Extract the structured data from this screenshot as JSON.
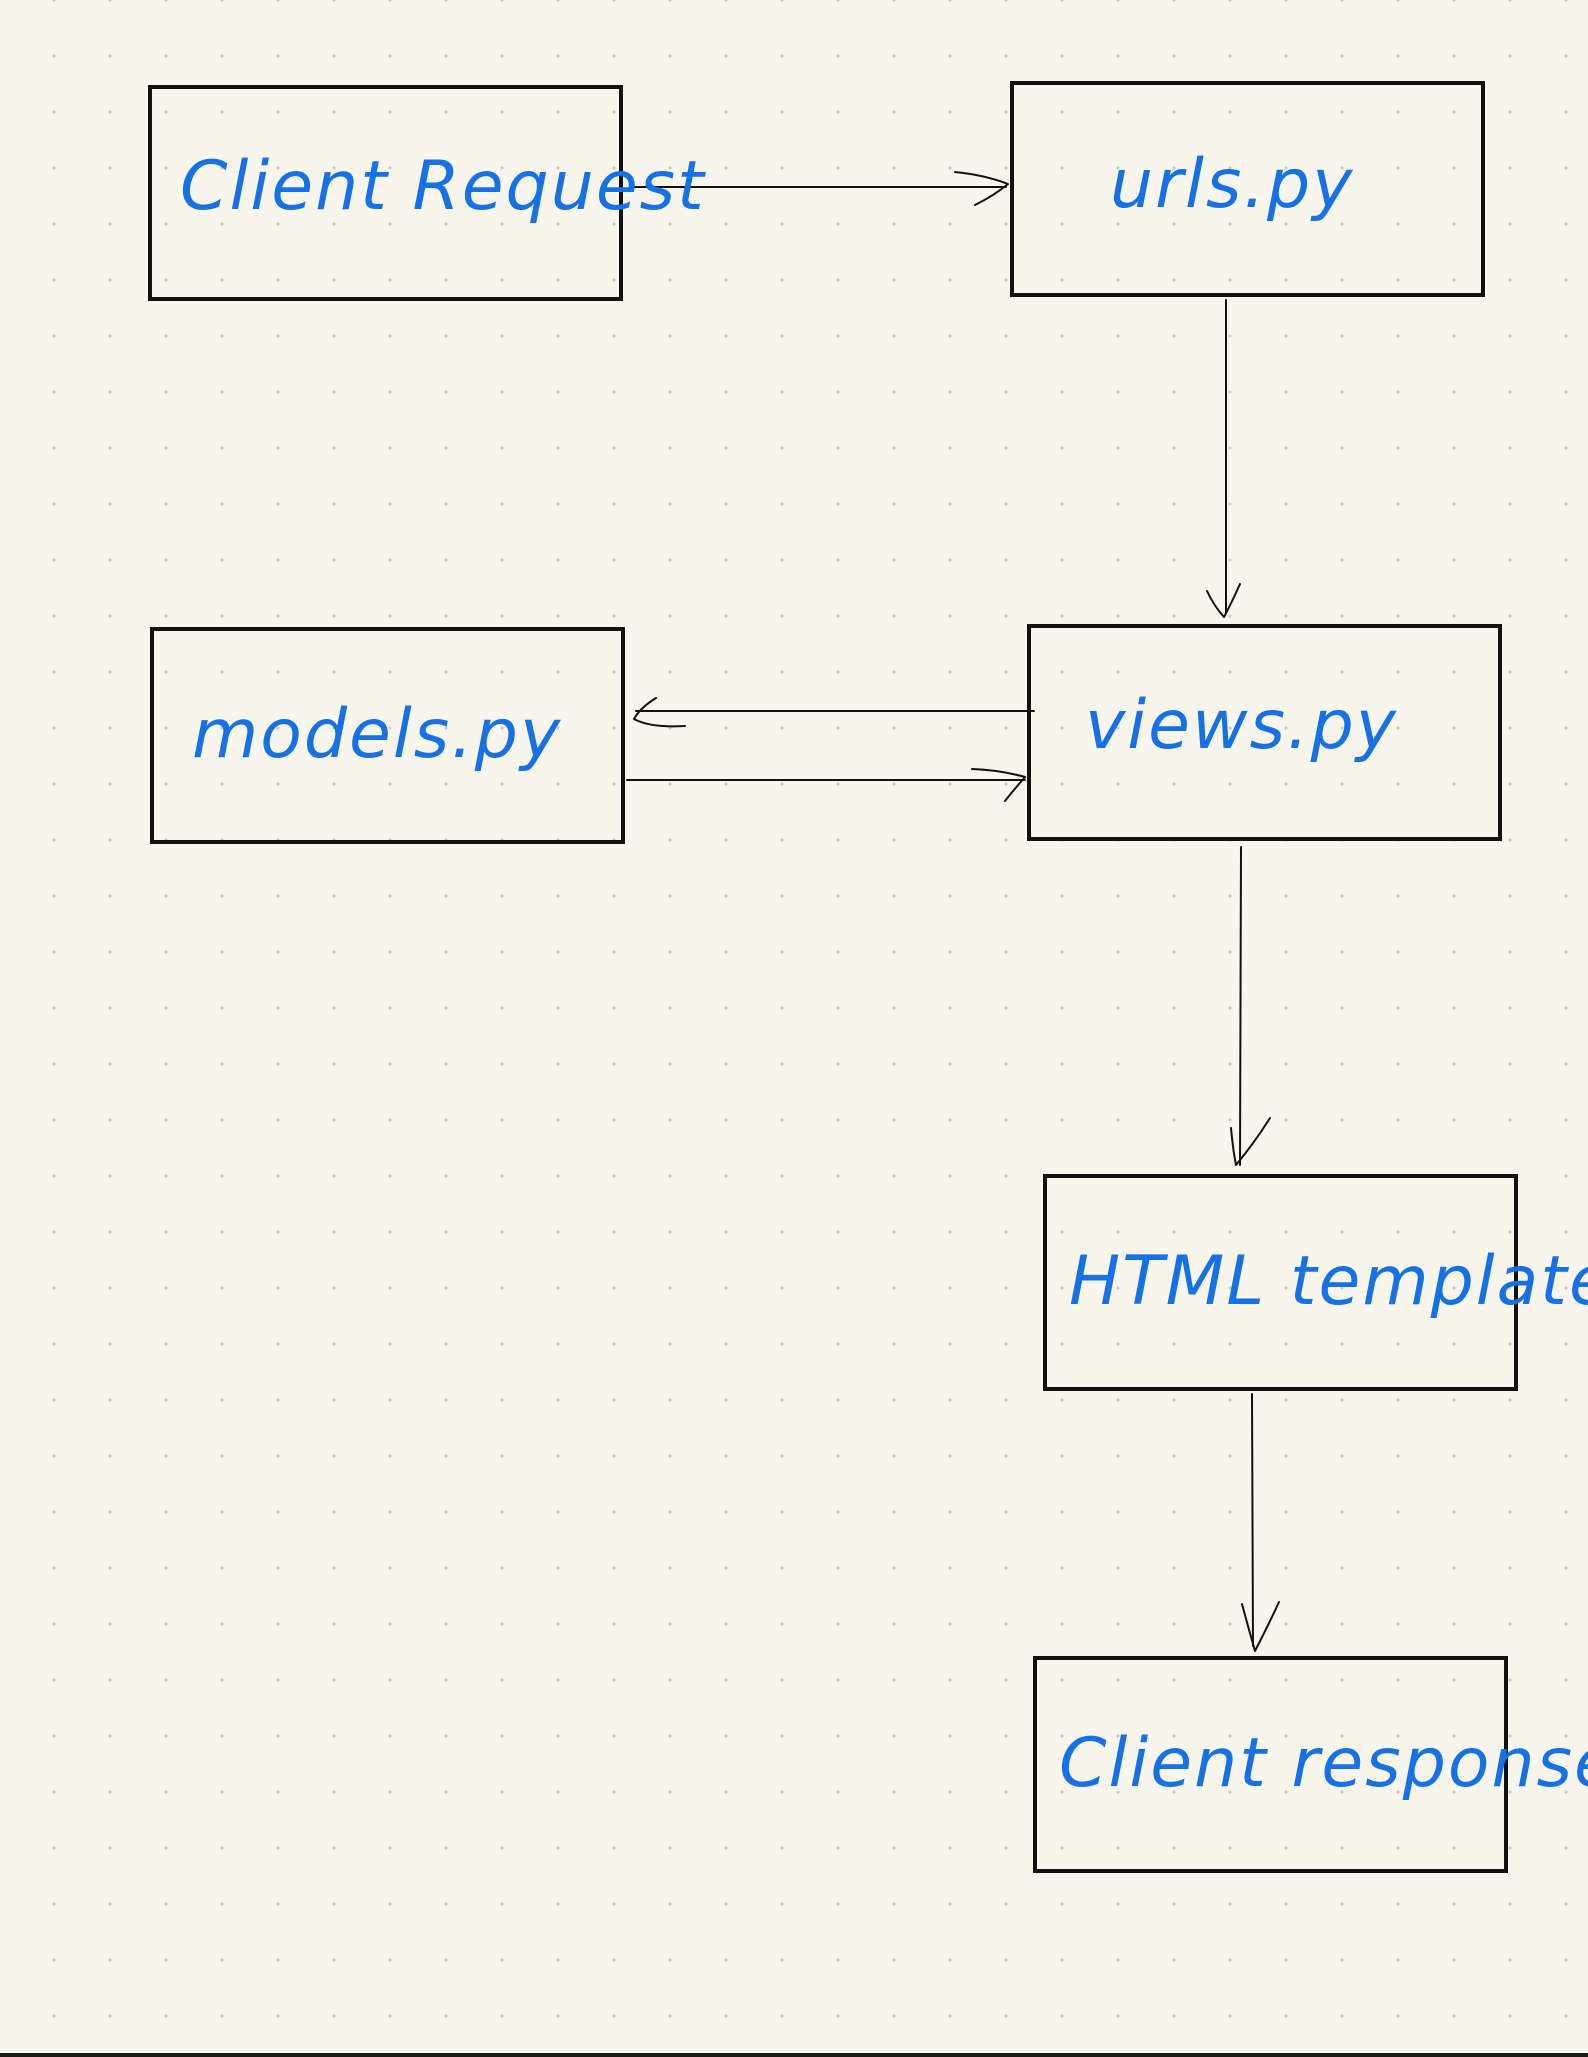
{
  "diagram": {
    "nodes": [
      {
        "id": "client-request",
        "label": "Client Request"
      },
      {
        "id": "urls",
        "label": "urls.py"
      },
      {
        "id": "views",
        "label": "views.py"
      },
      {
        "id": "models",
        "label": "models.py"
      },
      {
        "id": "html-template",
        "label": "HTML template"
      },
      {
        "id": "client-response",
        "label": "Client response"
      }
    ],
    "edges": [
      {
        "from": "client-request",
        "to": "urls"
      },
      {
        "from": "urls",
        "to": "views"
      },
      {
        "from": "views",
        "to": "models"
      },
      {
        "from": "models",
        "to": "views"
      },
      {
        "from": "views",
        "to": "html-template"
      },
      {
        "from": "html-template",
        "to": "client-response"
      }
    ]
  },
  "colors": {
    "background": "#f8f6ec",
    "ink": "#1670e6",
    "stroke": "#111111"
  }
}
